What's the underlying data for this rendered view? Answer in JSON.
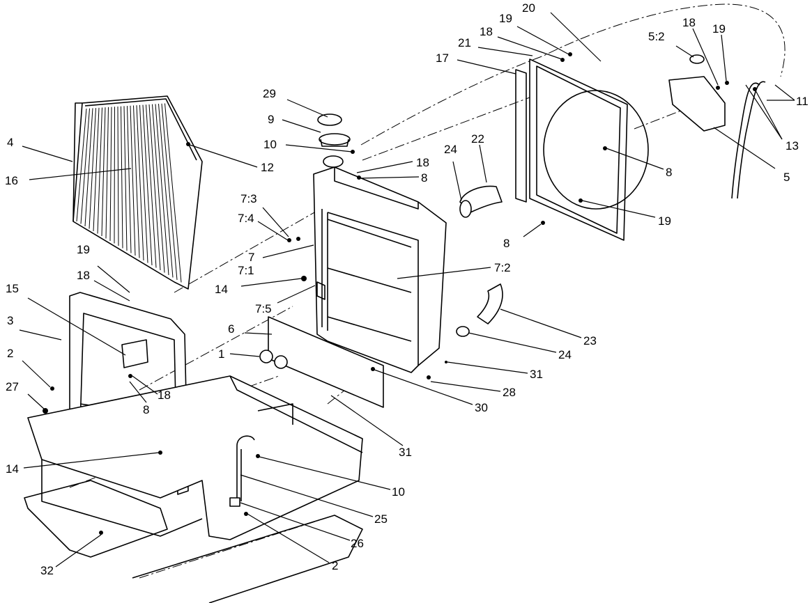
{
  "labels": {
    "l20": "20",
    "l19a": "19",
    "l18a": "18",
    "l21": "21",
    "l17": "17",
    "l52": "5:2",
    "l18b": "18",
    "l19b": "19",
    "l11": "11",
    "l13": "13",
    "l5": "5",
    "l8a": "8",
    "l19c": "19",
    "l8b": "8",
    "l29": "29",
    "l9": "9",
    "l10a": "10",
    "l18c": "18",
    "l8c": "8",
    "l24a": "24",
    "l22": "22",
    "l4": "4",
    "l16": "16",
    "l12": "12",
    "l73": "7:3",
    "l74": "7:4",
    "l7": "7",
    "l71": "7:1",
    "l72": "7:2",
    "l14a": "14",
    "l75": "7:5",
    "l19d": "19",
    "l18d": "18",
    "l15": "15",
    "l3": "3",
    "l6": "6",
    "l1": "1",
    "l23": "23",
    "l24b": "24",
    "l31a": "31",
    "l28": "28",
    "l30": "30",
    "l31b": "31",
    "l2a": "2",
    "l27": "27",
    "l18e": "18",
    "l8d": "8",
    "l14b": "14",
    "l10b": "10",
    "l25": "25",
    "l26": "26",
    "l2b": "2",
    "l32": "32"
  },
  "colors": {
    "line": "#000000",
    "background": "#ffffff"
  }
}
